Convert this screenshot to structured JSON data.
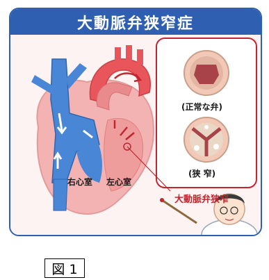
{
  "title": "大動脈弁狭窄症",
  "labels": {
    "normal_valve": "(正常な弁)",
    "stenosis": "(狭 窄)",
    "right_ventricle": "右心室",
    "left_ventricle": "左心室",
    "callout": "大動脈弁狭窄"
  },
  "figure_label": "図 1",
  "colors": {
    "frame_blue": "#2f5fb0",
    "callout_red": "#c0262f",
    "heart_pink": "#f4b3b3",
    "vein_blue": "#4a86d6"
  }
}
